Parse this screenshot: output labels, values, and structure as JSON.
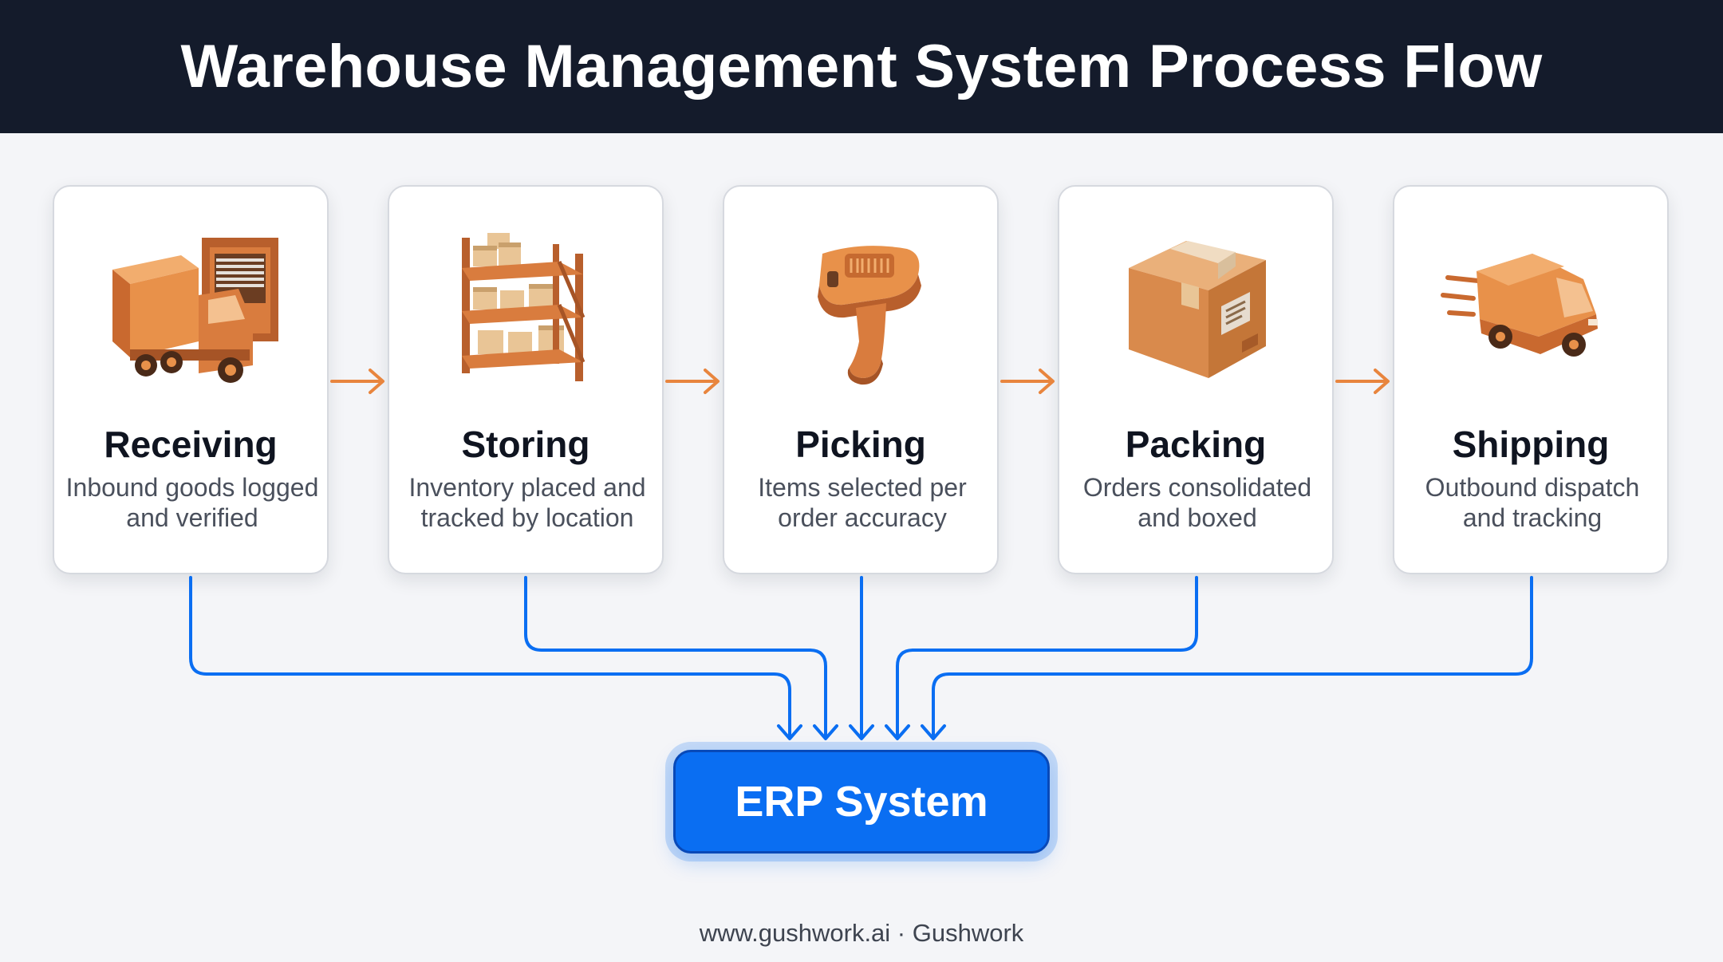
{
  "title": "Warehouse Management System Process Flow",
  "steps": [
    {
      "id": "receiving",
      "icon": "truck-loading-dock-icon",
      "title": "Receiving",
      "desc": "Inbound goods logged and verified"
    },
    {
      "id": "storing",
      "icon": "storage-rack-icon",
      "title": "Storing",
      "desc": "Inventory placed and tracked by location"
    },
    {
      "id": "picking",
      "icon": "barcode-scanner-icon",
      "title": "Picking",
      "desc": "Items selected per order accuracy"
    },
    {
      "id": "packing",
      "icon": "cardboard-box-icon",
      "title": "Packing",
      "desc": "Orders consolidated and boxed"
    },
    {
      "id": "shipping",
      "icon": "delivery-van-icon",
      "title": "Shipping",
      "desc": "Outbound dispatch and tracking"
    }
  ],
  "hub": {
    "label": "ERP System"
  },
  "footer": "www.gushwork.ai · Gushwork",
  "colors": {
    "header_bg": "#141b2b",
    "flow_arrow": "#e8853e",
    "connector": "#0a6ef2",
    "icon_orange": "#e8914a"
  }
}
